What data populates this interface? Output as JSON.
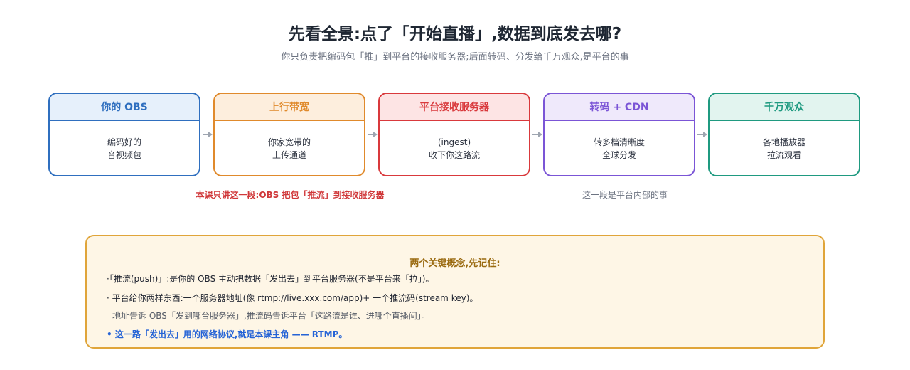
{
  "header": {
    "title": "先看全景:点了「开始直播」,数据到底发去哪?",
    "subtitle": "你只负责把编码包「推」到平台的接收服务器;后面转码、分发给千万观众,是平台的事"
  },
  "flow": {
    "nodes": [
      {
        "title": "你的 OBS",
        "line1": "编码好的",
        "line2": "音视频包",
        "color": "#2f6fbf",
        "fill": "#e6f0fb"
      },
      {
        "title": "上行带宽",
        "line1": "你家宽带的",
        "line2": "上传通道",
        "color": "#e08a2c",
        "fill": "#fdeedd"
      },
      {
        "title": "平台接收服务器",
        "line1": "(ingest)",
        "line2": "收下你这路流",
        "color": "#d9393c",
        "fill": "#fde4e4"
      },
      {
        "title": "转码 + CDN",
        "line1": "转多档清晰度",
        "line2": "全球分发",
        "color": "#7b55d6",
        "fill": "#efe9fb"
      },
      {
        "title": "千万观众",
        "line1": "各地播放器",
        "line2": "拉流观看",
        "color": "#1f9a80",
        "fill": "#e2f4ef"
      }
    ],
    "arrow_color": "#9ea5b0"
  },
  "notes": {
    "course_scope": "本课只讲这一段:OBS 把包「推流」到接收服务器",
    "platform_scope": "这一段是平台内部的事"
  },
  "panel": {
    "title": "两个关键概念,先记住:",
    "line1": "·「推流(push)」:是你的 OBS 主动把数据「发出去」到平台服务器(不是平台来「拉」)。",
    "line2": "· 平台给你两样东西:一个服务器地址(像 rtmp://live.xxx.com/app)+ 一个推流码(stream key)。",
    "line3": "地址告诉 OBS「发到哪台服务器」,推流码告诉平台「这路流是谁、进哪个直播间」。",
    "line4": "• 这一路「发出去」用的网络协议,就是本课主角 —— RTMP。"
  }
}
